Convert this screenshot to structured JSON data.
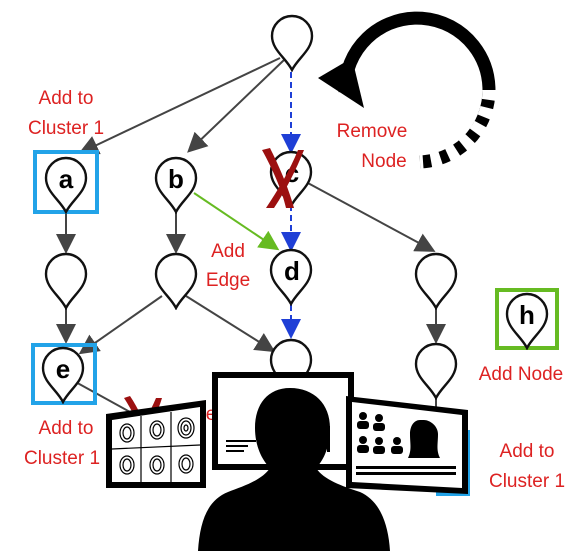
{
  "colors": {
    "edge": "#444444",
    "removed_edge": "#1f3fd6",
    "added_edge": "#66bb22",
    "cluster_box": "#22a3e8",
    "new_node_box": "#66bb22",
    "label": "#dd2222",
    "cross": "#9c1010",
    "silhouette": "#000000"
  },
  "nodes": {
    "a": "a",
    "b": "b",
    "c": "c",
    "d": "d",
    "e": "e",
    "h": "h"
  },
  "labels": {
    "add_to_cluster_top_line1": "Add to",
    "add_to_cluster_top_line2": "Cluster 1",
    "remove_node_line1": "Remove",
    "remove_node_line2": "Node",
    "add_edge_line1": "Add",
    "add_edge_line2": "Edge",
    "add_node": "Add Node",
    "add_to_cluster_left_line1": "Add to",
    "add_to_cluster_left_line2": "Cluster 1",
    "add_to_cluster_right_line1": "Add to",
    "add_to_cluster_right_line2": "Cluster 1",
    "remove_edge_partial": "Re"
  },
  "icons": {
    "rotate": "circular-arrow-icon",
    "person": "person-silhouette-icon",
    "fingerprints": "fingerprint-grid-icon",
    "mugshots": "mugshot-grid-icon",
    "chart": "chart-monitor-icon"
  }
}
